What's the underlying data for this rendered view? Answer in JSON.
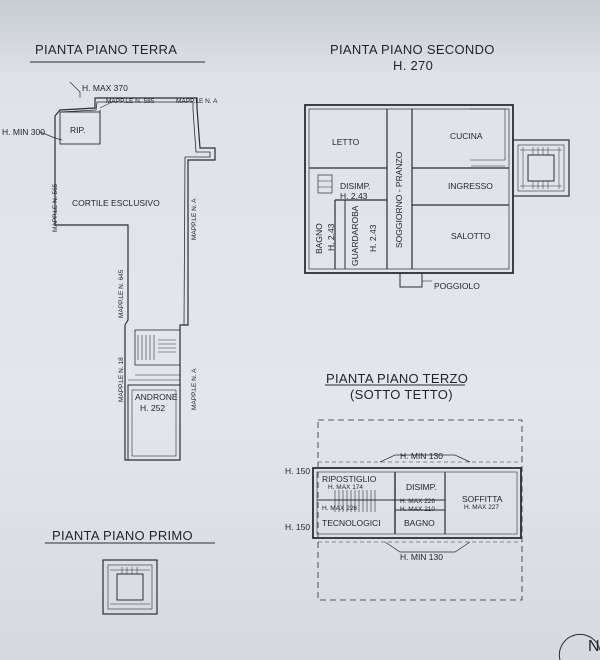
{
  "titles": {
    "ground": "PIANTA PIANO TERRA",
    "second": "PIANTA PIANO SECONDO",
    "second_height": "H. 270",
    "third": "PIANTA PIANO TERZO",
    "third_sub": "(SOTTO TETTO)",
    "first": "PIANTA PIANO PRIMO"
  },
  "ground": {
    "h_max": "H. MAX 370",
    "h_min": "H. MIN 300",
    "rip": "RIP.",
    "cortile": "CORTILE ESCLUSIVO",
    "androne": "ANDRONE",
    "androne_h": "H. 252",
    "mapp_585": "MAPP.LE N. 585",
    "mapp_a_top": "MAPP.LE N. A",
    "mapp_565": "MAPP.LE N. 565",
    "mapp_a_right": "MAPP.LE N. A",
    "mapp_645": "MAPP.LE N. 645",
    "mapp_18": "MAPP.LE N. 18",
    "mapp_a_bottom": "MAPP.LE N. A"
  },
  "second": {
    "letto": "LETTO",
    "disimp": "DISIMP.",
    "disimp_h": "H. 2.43",
    "bagno": "BAGNO",
    "bagno_h": "H. 2.43",
    "guardaroba": "GUARDAROBA",
    "guardaroba_h": "H. 2.43",
    "soggiorno": "SOGGIORNO - PRANZO",
    "cucina": "CUCINA",
    "ingresso": "INGRESSO",
    "salotto": "SALOTTO",
    "poggiolo": "POGGIOLO"
  },
  "third": {
    "h_min_top": "H. MIN 130",
    "h_min_bottom": "H. MIN 130",
    "h150_a": "H. 150",
    "h150_b": "H. 150",
    "ripostiglio": "RIPOSTIGLIO",
    "rip_h": "H. MAX 174",
    "disimp": "DISIMP.",
    "disimp_h": "H. MAX 226",
    "soffitta": "SOFFITTA",
    "soffitta_h": "H. MAX 227",
    "tecnologici": "TECNOLOGICI",
    "tec_h": "H. MAX 226",
    "bagno": "BAGNO",
    "bagno_h": "H. MAX 210"
  },
  "compass": "N"
}
